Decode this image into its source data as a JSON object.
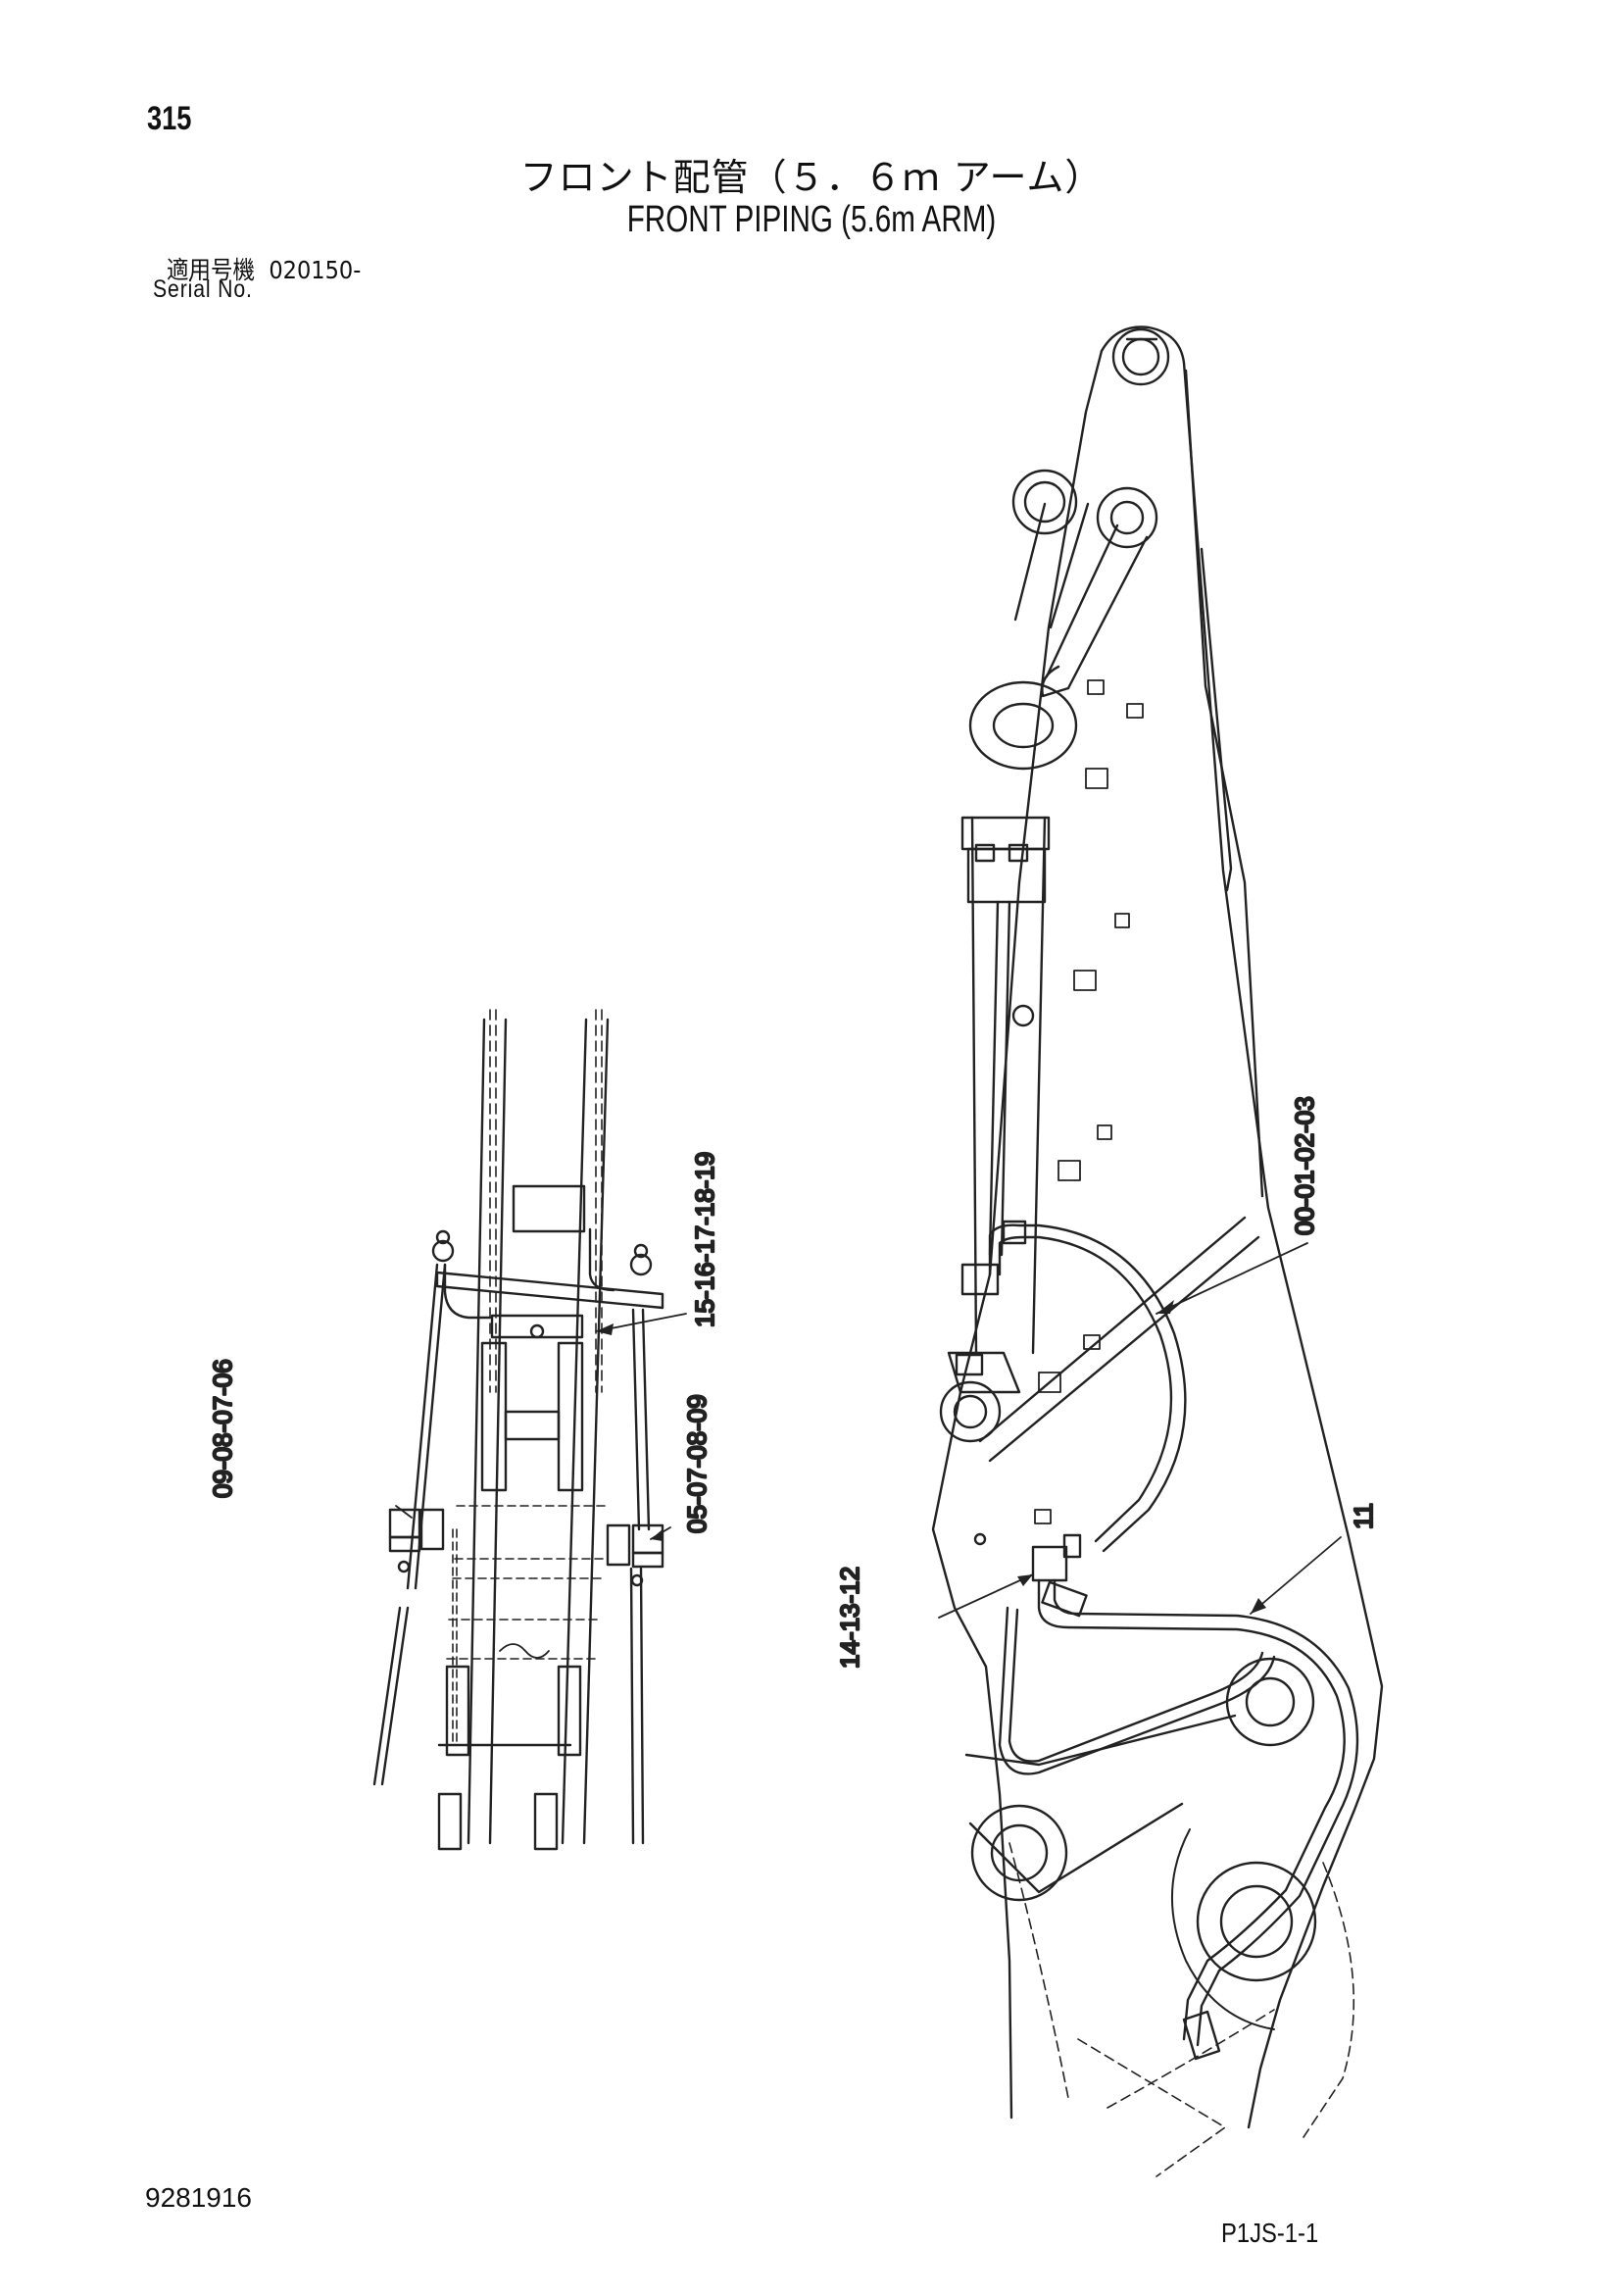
{
  "header": {
    "page_number": "315",
    "title_jp": "フロント配管（５．６ｍ アーム）",
    "title_en": "FRONT PIPING (5.6m ARM)",
    "serial_label_jp": "適用号機",
    "serial_value": "020150-",
    "serial_label_en": "Serial No."
  },
  "callouts": {
    "c1": "00-01-02-03",
    "c2": "15-16-17-18-19",
    "c3": "09-08-07-06",
    "c4": "05-07-08-09",
    "c5": "14-13-12",
    "c6": "11"
  },
  "footer": {
    "doc_number": "9281916",
    "page_code": "P1JS-1-1"
  }
}
